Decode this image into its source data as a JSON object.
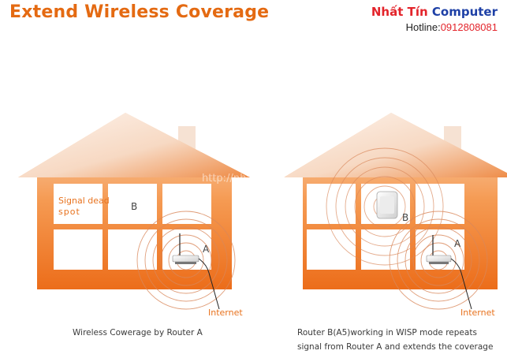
{
  "header": {
    "title": "Extend Wireless Coverage",
    "brand_part1": "Nhất Tín",
    "brand_part2": "Computer",
    "hotline_label": "Hotline:",
    "hotline_number": "0912808081"
  },
  "watermark": "http://nhattin.vn",
  "left_house": {
    "dead_spot_line1": "Signal dead",
    "dead_spot_line2": "spot",
    "room_b": "B",
    "router_a": "A",
    "internet": "Internet",
    "caption": "Wireless Cowerage by Router A"
  },
  "right_house": {
    "room_b": "B",
    "router_a": "A",
    "internet": "Internet",
    "caption_line1": "Router B(A5)working in WISP mode repeats",
    "caption_line2": "signal from Router A and extends the coverage"
  },
  "colors": {
    "accent_orange": "#e8731f",
    "title_orange": "#e46a12",
    "brand_red": "#e3242b",
    "brand_blue": "#1e40a6",
    "hotline_red": "#e3242b",
    "signal_ring": "#d9875a"
  }
}
